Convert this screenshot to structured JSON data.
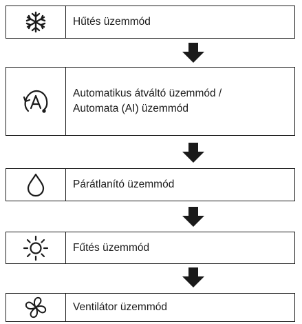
{
  "modes": [
    {
      "icon": "snowflake-icon",
      "label": "Hűtés üzemmód"
    },
    {
      "icon": "auto-a-icon",
      "label_lines": [
        "Automatikus átváltó üzemmód /",
        "Automata (AI) üzemmód"
      ]
    },
    {
      "icon": "water-drop-icon",
      "label": "Párátlanító üzemmód"
    },
    {
      "icon": "sun-icon",
      "label": "Fűtés üzemmód"
    },
    {
      "icon": "fan-icon",
      "label": "Ventilátor üzemmód"
    }
  ],
  "connectors": [
    "down-arrow-icon",
    "down-arrow-icon",
    "down-arrow-icon",
    "down-arrow-icon"
  ],
  "colors": {
    "stroke": "#1a1a1a",
    "background": "#ffffff"
  }
}
